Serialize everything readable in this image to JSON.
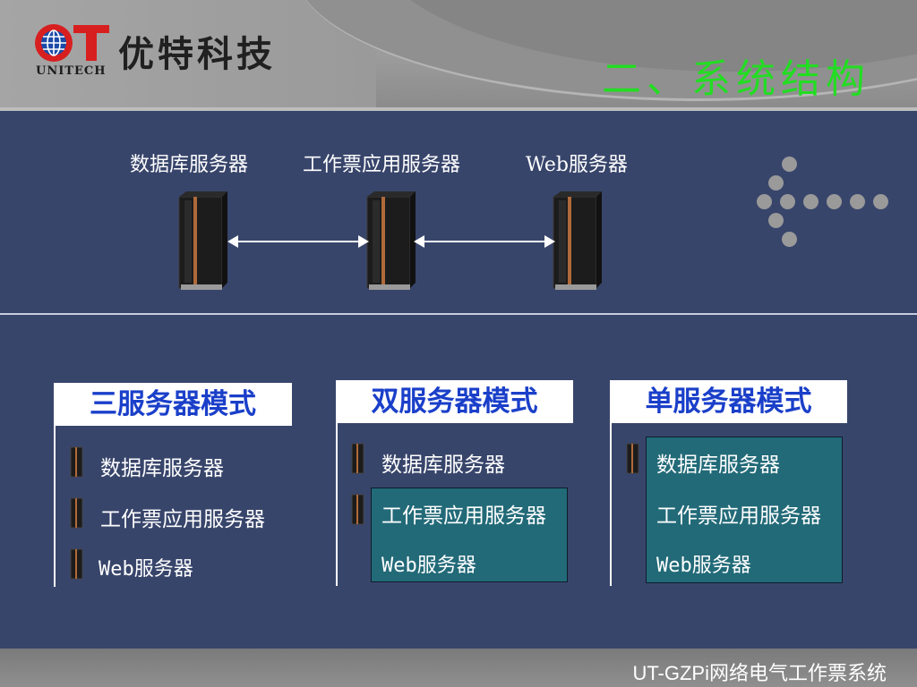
{
  "header": {
    "company_name": "优特科技",
    "company_name_en": "UNITECH",
    "logo_mark": "UT",
    "slide_title": "二、系统结构"
  },
  "topology": {
    "labels": [
      "数据库服务器",
      "工作票应用服务器",
      "Web服务器"
    ]
  },
  "modes": [
    {
      "title": "三服务器模式",
      "items": [
        "数据库服务器",
        "工作票应用服务器",
        "Web服务器"
      ]
    },
    {
      "title": "双服务器模式",
      "items": [
        "数据库服务器",
        "工作票应用服务器",
        "Web服务器"
      ]
    },
    {
      "title": "单服务器模式",
      "items": [
        "数据库服务器",
        "工作票应用服务器",
        "Web服务器"
      ]
    }
  ],
  "footer": {
    "product_name": "UT-GZPi网络电气工作票系统"
  },
  "colors": {
    "background": "#38456b",
    "title_green": "#22dd22",
    "mode_title_blue": "#1a3fc9",
    "highlight_teal": "#226a78"
  }
}
